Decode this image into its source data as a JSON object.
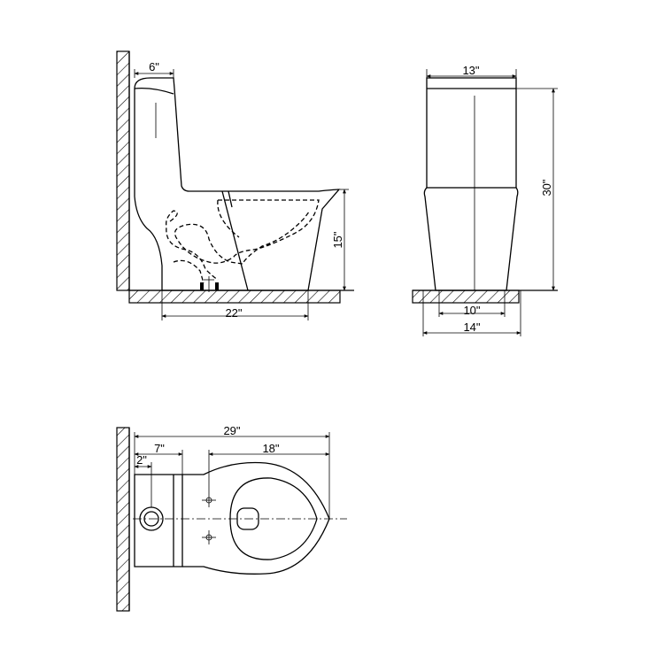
{
  "drawings": {
    "side_view": {
      "dimensions": [
        "6\"",
        "15\"",
        "22\""
      ]
    },
    "front_view": {
      "dimensions": [
        "13\"",
        "30\"",
        "10\"",
        "14\""
      ]
    },
    "top_view": {
      "dimensions": [
        "29\"",
        "7\"",
        "2\"",
        "18\""
      ]
    }
  }
}
